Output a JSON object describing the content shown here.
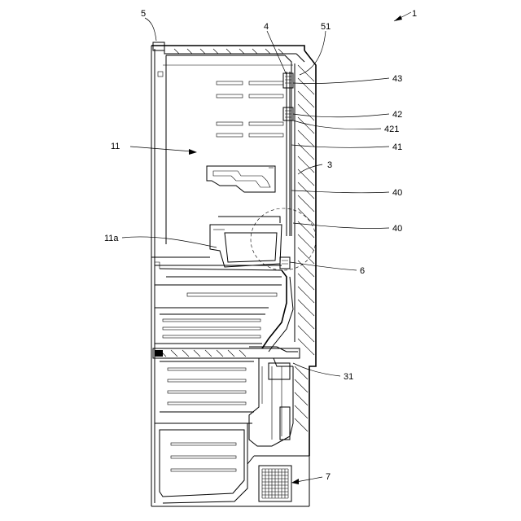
{
  "figure": {
    "reference_numerals": {
      "device": "1",
      "top_part": "5",
      "sensor": "4",
      "element_51": "51",
      "element_43": "43",
      "element_42": "42",
      "element_421": "421",
      "element_41": "41",
      "compartment": "11",
      "wall": "3",
      "duct_upper": "40",
      "duct_lower": "40",
      "container": "11a",
      "element_6": "6",
      "element_31": "31",
      "machine_room": "7"
    }
  }
}
